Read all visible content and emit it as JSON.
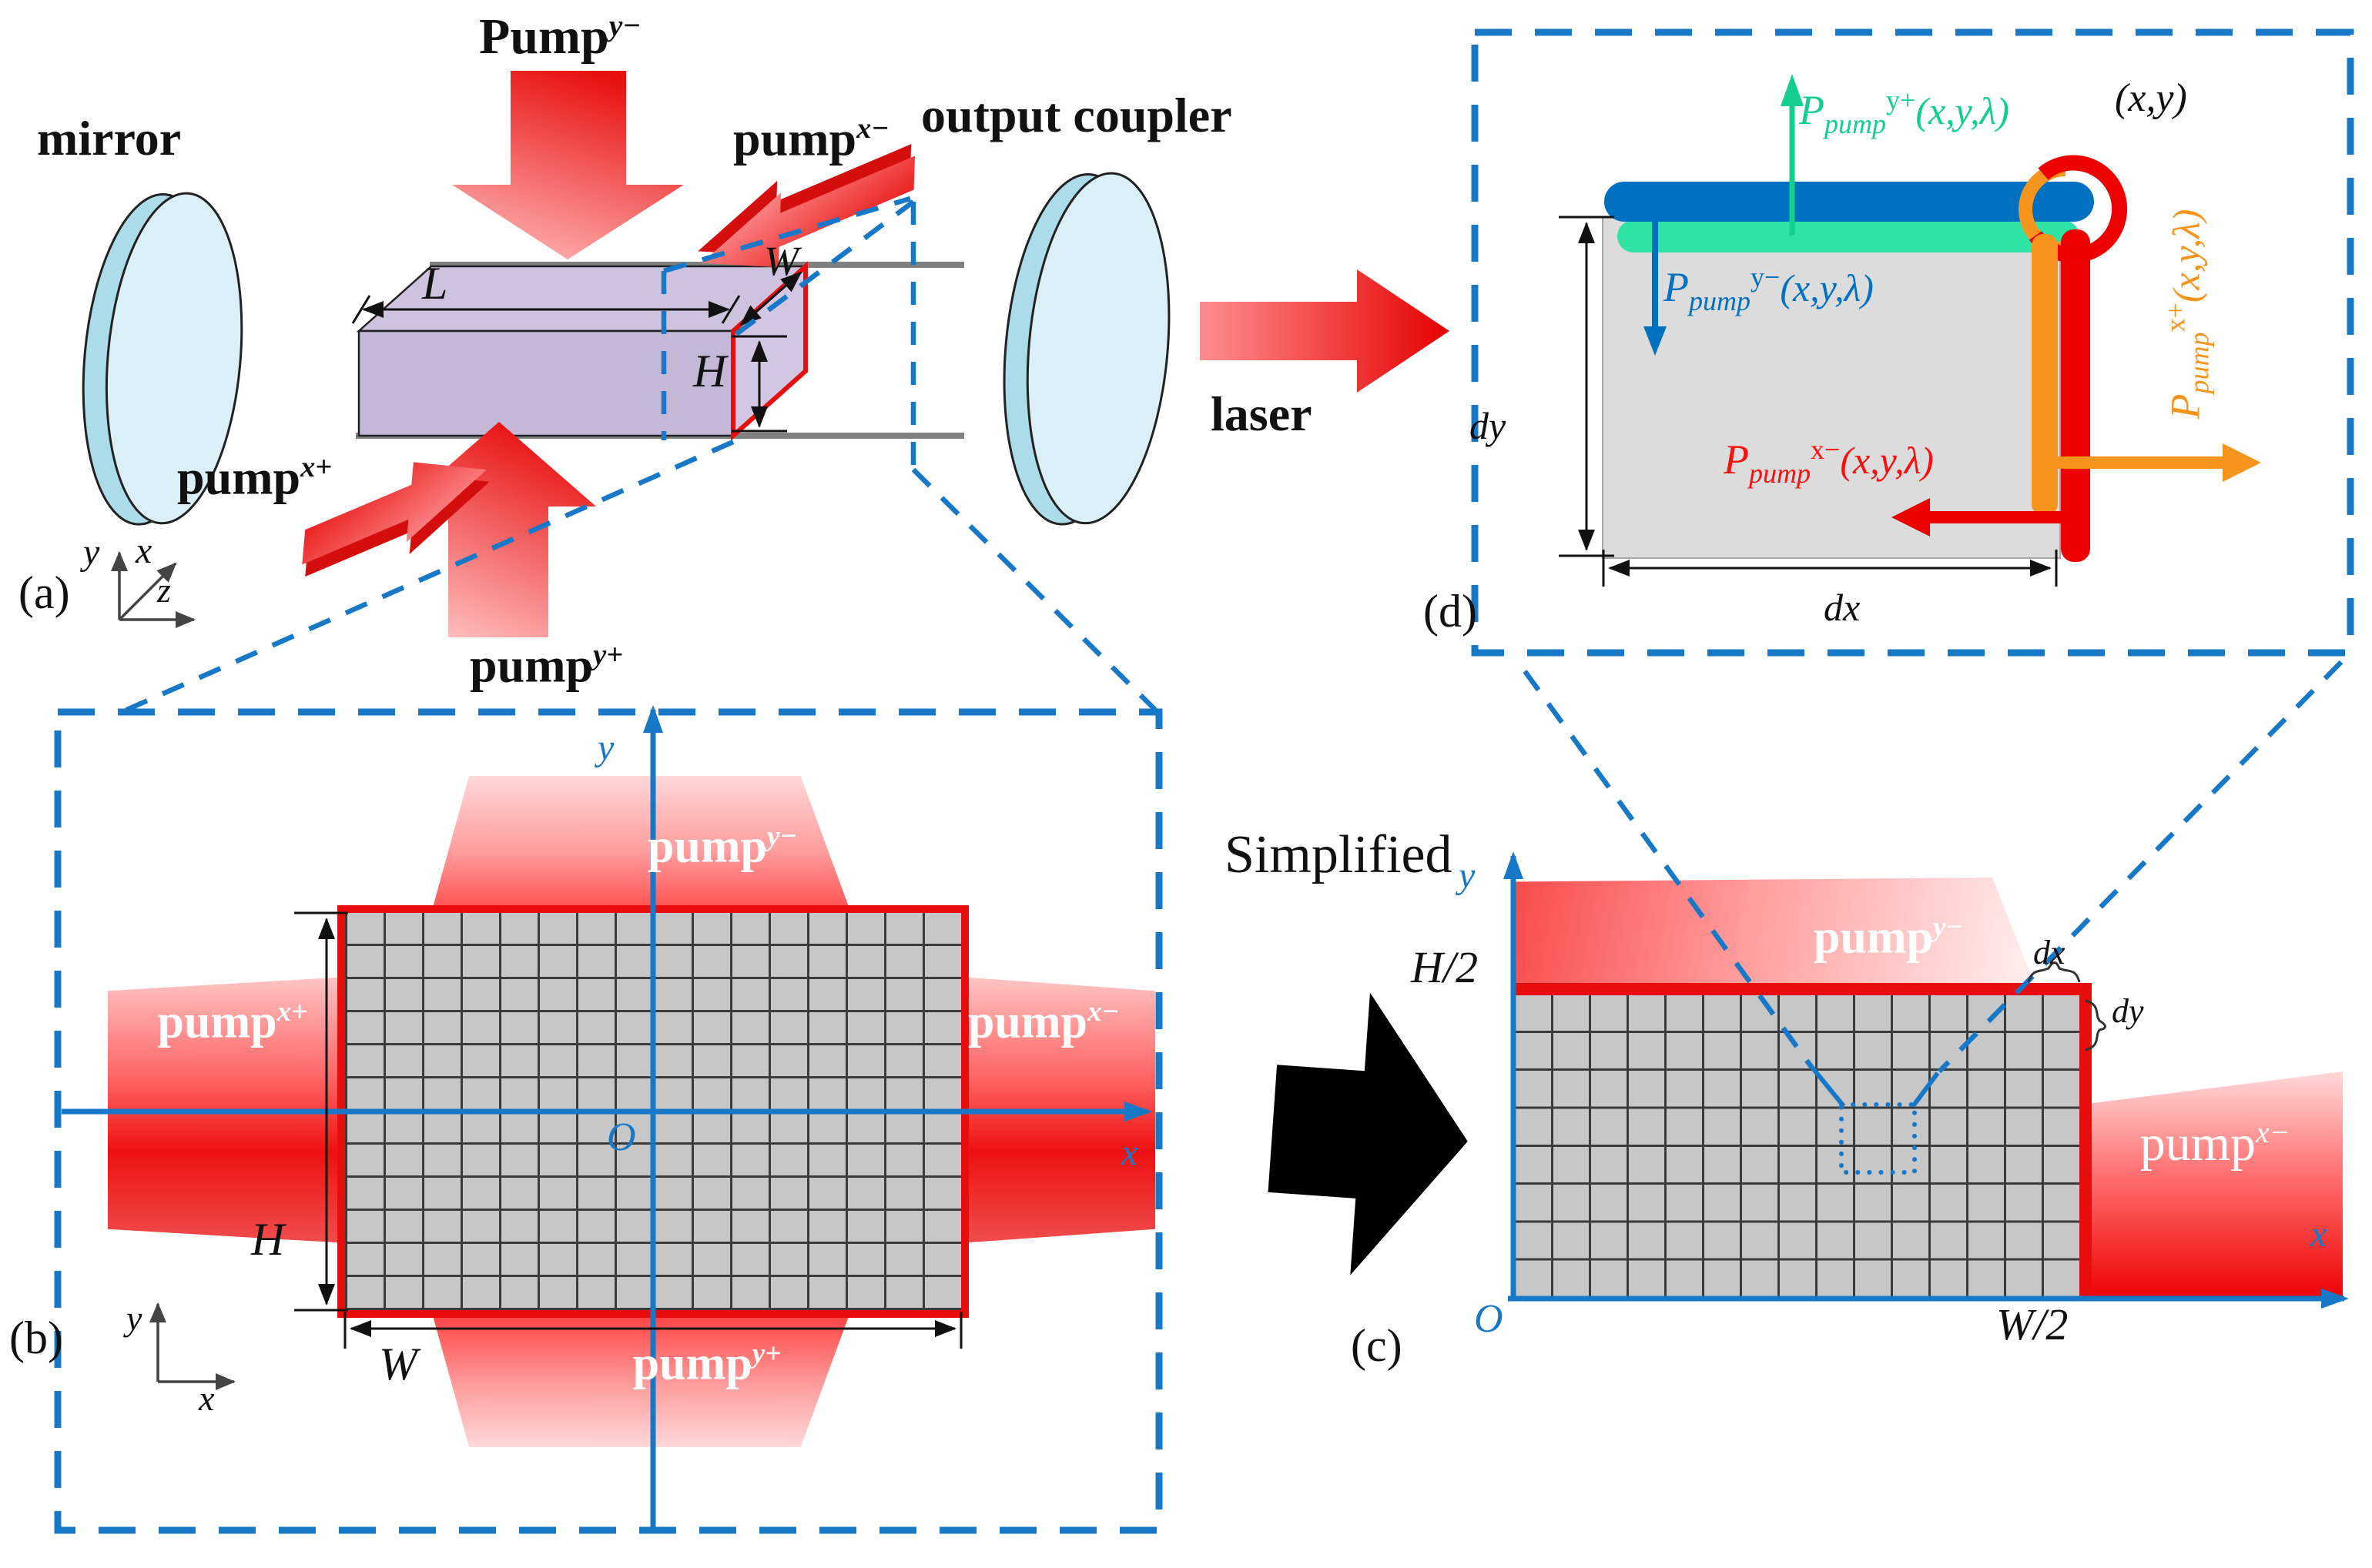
{
  "figure": {
    "type": "laser-pumping-scheme-diagram",
    "colors": {
      "accent_blue": "#1778C8",
      "red": "#EE0000",
      "orange": "#F7941D",
      "green": "#2EE3A1",
      "bar_blue": "#0070C0",
      "crystal_purple": "#C5B7D6",
      "mirror_glass": "#DBF0F6",
      "grid_gray": "#C7C7C7"
    }
  },
  "panel_a": {
    "tag": "(a)",
    "mirror_label": "mirror",
    "output_coupler_label": "output coupler",
    "laser_label": "laser",
    "pump_top": {
      "base": "Pump",
      "sup": "y−"
    },
    "pump_xminus": {
      "base": "pump",
      "sup": "x−"
    },
    "pump_xplus": {
      "base": "pump",
      "sup": "x+"
    },
    "pump_yplus": {
      "base": "pump",
      "sup": "y+"
    },
    "dims": {
      "L": "L",
      "W": "W",
      "H": "H"
    },
    "axes": {
      "x": "x",
      "y": "y",
      "z": "z"
    }
  },
  "panel_b": {
    "tag": "(b)",
    "beams": {
      "top": {
        "base": "pump",
        "sup": "y−"
      },
      "bottom": {
        "base": "pump",
        "sup": "y+"
      },
      "left": {
        "base": "pump",
        "sup": "x+"
      },
      "right": {
        "base": "pump",
        "sup": "x−"
      }
    },
    "origin": "O",
    "axis_x": "x",
    "axis_y": "y",
    "dims": {
      "H": "H",
      "W": "W"
    },
    "mini_axes": {
      "x": "x",
      "y": "y"
    },
    "grid": {
      "cols": 16,
      "rows": 12
    }
  },
  "transition": {
    "label": "Simplified"
  },
  "panel_c": {
    "tag": "(c)",
    "beams": {
      "top": {
        "base": "pump",
        "sup": "y−"
      },
      "right": {
        "base": "pump",
        "sup": "x−"
      }
    },
    "origin": "O",
    "axis_x": "x",
    "axis_y": "y",
    "half_height": "H/2",
    "half_width": "W/2",
    "dx": "dx",
    "dy": "dy",
    "grid": {
      "cols": 15,
      "rows": 8
    }
  },
  "panel_d": {
    "tag": "(d)",
    "point": "(x,y)",
    "dx": "dx",
    "dy": "dy",
    "terms": {
      "yplus": {
        "P": "P",
        "sub": "pump",
        "sup": "y+",
        "args": "(x,y,λ)",
        "color": "#12CE8F"
      },
      "yminus": {
        "P": "P",
        "sub": "pump",
        "sup": "y−",
        "args": "(x,y,λ)",
        "color": "#0070C0"
      },
      "xminus": {
        "P": "P",
        "sub": "pump",
        "sup": "x−",
        "args": "(x,y,λ)",
        "color": "#FB0E0E"
      },
      "xplus": {
        "P": "P",
        "sub": "pump",
        "sup": "x+",
        "args": "(x,y,λ)",
        "color": "#F7941D"
      }
    }
  }
}
